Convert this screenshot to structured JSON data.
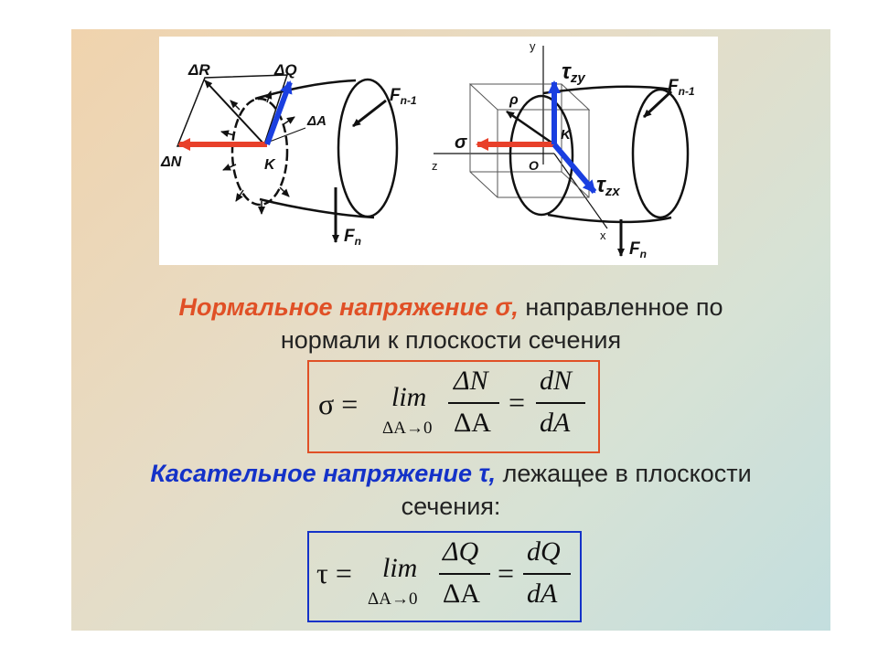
{
  "figure": {
    "left": {
      "delta_r": "ΔR",
      "delta_q": "ΔQ",
      "delta_a": "ΔA",
      "delta_n": "ΔN",
      "point_k": "K",
      "force_fn1": "F",
      "force_fn1_sub": "n-1",
      "force_fn": "F",
      "force_fn_sub": "n"
    },
    "right": {
      "axis_y": "y",
      "axis_z": "z",
      "axis_x": "x",
      "tau_zy": "τ",
      "tau_zy_sub": "zy",
      "tau_zx": "τ",
      "tau_zx_sub": "zx",
      "rho": "ρ",
      "sigma": "σ",
      "point_k": "K",
      "origin": "O",
      "force_fn1": "F",
      "force_fn1_sub": "n-1",
      "force_fn": "F",
      "force_fn_sub": "n"
    }
  },
  "normal": {
    "term": "Нормальное напряжение σ,",
    "rest1": " направленное по",
    "line2": "нормали к плоскости сечения"
  },
  "formula1": {
    "lhs": "σ =",
    "lim": "lim",
    "cond": "ΔA→0",
    "num1": "ΔN",
    "den1": "ΔA",
    "eq": "=",
    "num2": "dN",
    "den2": "dA"
  },
  "shear": {
    "term": "Касательное напряжение τ,",
    "rest1": " лежащее в плоскости",
    "line2": "сечения:"
  },
  "formula2": {
    "lhs": "τ =",
    "lim": "lim",
    "cond": "ΔA→0",
    "num1": "ΔQ",
    "den1": "ΔA",
    "eq": "=",
    "num2": "dQ",
    "den2": "dA"
  },
  "colors": {
    "normal_term": "#e05026",
    "shear_term": "#1432c8",
    "frame1_border": "#e05026",
    "frame2_border": "#1432c8",
    "arrow_red": "#e8402a",
    "arrow_blue": "#1a3fe0"
  }
}
